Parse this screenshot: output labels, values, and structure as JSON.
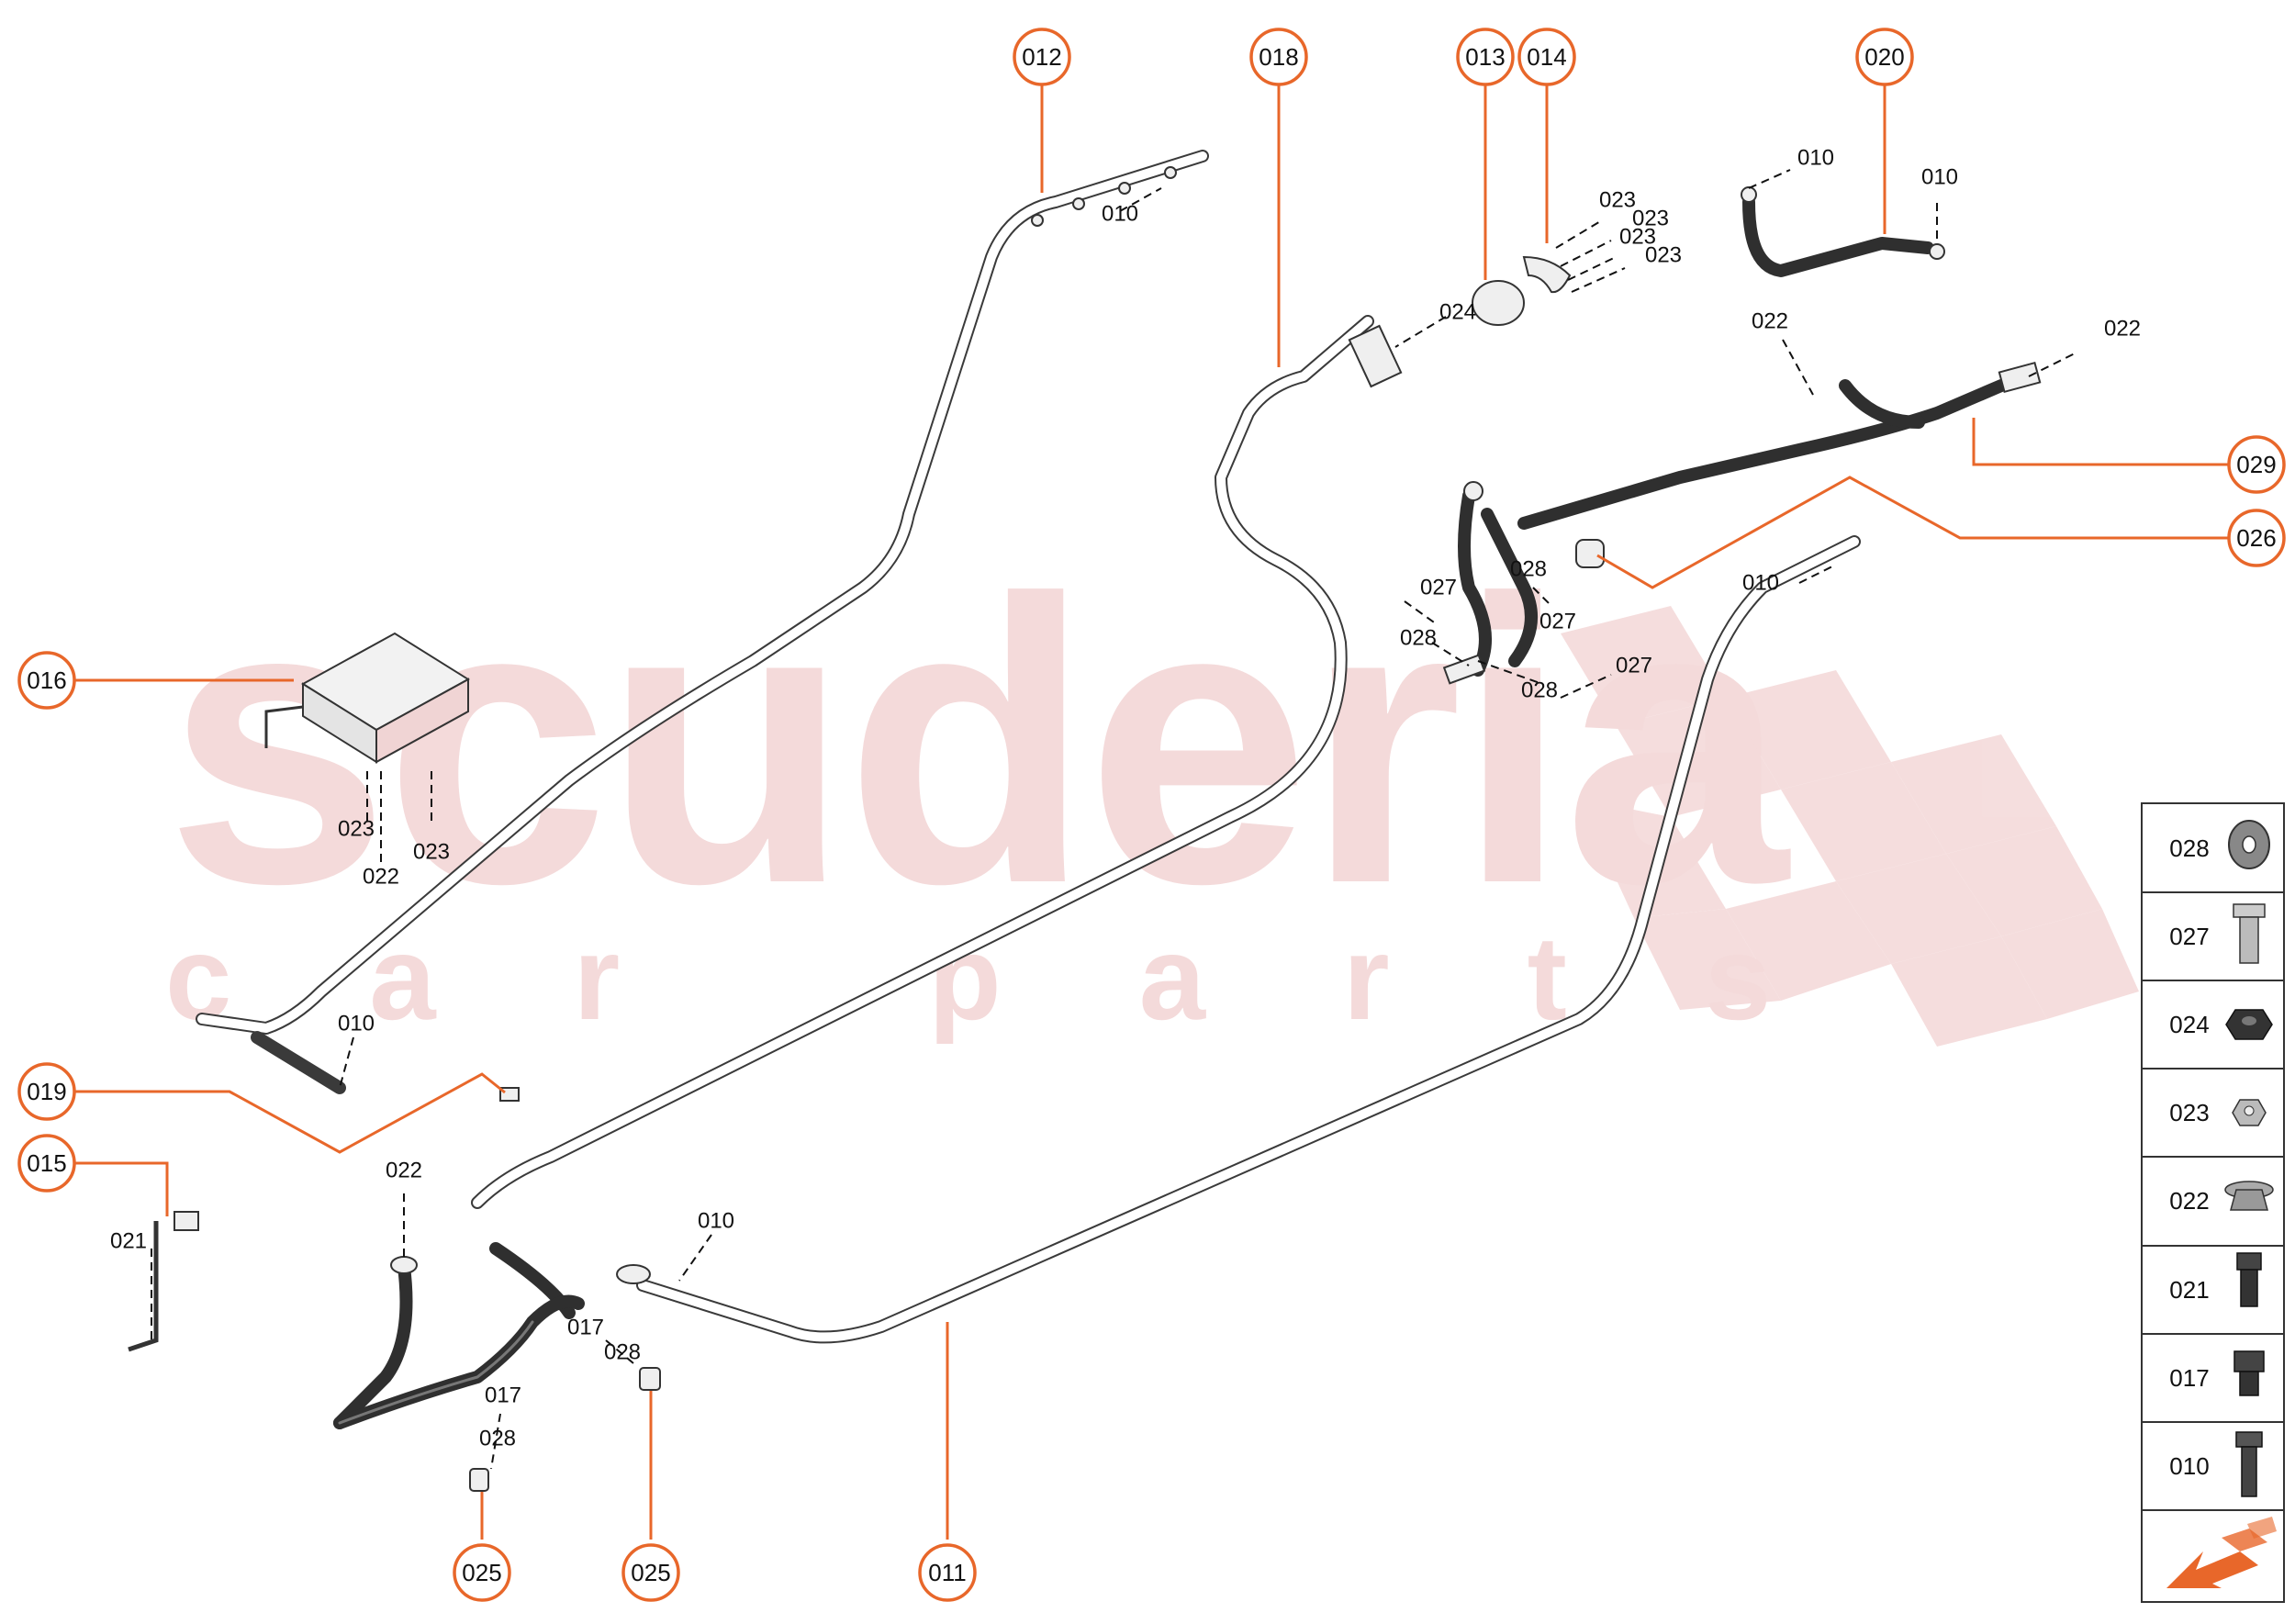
{
  "watermark": {
    "brand": "scuderia",
    "tagline": "car parts"
  },
  "callouts": [
    {
      "id": "c-012",
      "label": "012"
    },
    {
      "id": "c-018",
      "label": "018"
    },
    {
      "id": "c-013",
      "label": "013"
    },
    {
      "id": "c-014",
      "label": "014"
    },
    {
      "id": "c-020",
      "label": "020"
    },
    {
      "id": "c-029",
      "label": "029"
    },
    {
      "id": "c-026",
      "label": "026"
    },
    {
      "id": "c-016",
      "label": "016"
    },
    {
      "id": "c-019",
      "label": "019"
    },
    {
      "id": "c-015",
      "label": "015"
    },
    {
      "id": "c-025a",
      "label": "025"
    },
    {
      "id": "c-025b",
      "label": "025"
    },
    {
      "id": "c-011",
      "label": "011"
    }
  ],
  "part_labels": [
    "010",
    "010",
    "010",
    "023",
    "023",
    "023",
    "023",
    "024",
    "022",
    "022",
    "028",
    "027",
    "027",
    "028",
    "028",
    "027",
    "010",
    "023",
    "022",
    "023",
    "010",
    "022",
    "021",
    "017",
    "028",
    "017",
    "028",
    "010"
  ],
  "legend": {
    "items": [
      {
        "code": "028",
        "icon": "washer-icon"
      },
      {
        "code": "027",
        "icon": "flange-bolt-icon"
      },
      {
        "code": "024",
        "icon": "nut-icon"
      },
      {
        "code": "023",
        "icon": "hex-nut-icon"
      },
      {
        "code": "022",
        "icon": "flange-nut-icon"
      },
      {
        "code": "021",
        "icon": "short-bolt-icon"
      },
      {
        "code": "017",
        "icon": "hex-bolt-icon"
      },
      {
        "code": "010",
        "icon": "long-bolt-icon"
      }
    ],
    "footer_icon": "next-arrow-icon"
  },
  "colors": {
    "accent": "#e8672a",
    "watermark": "#f4dada",
    "line": "#333333"
  }
}
